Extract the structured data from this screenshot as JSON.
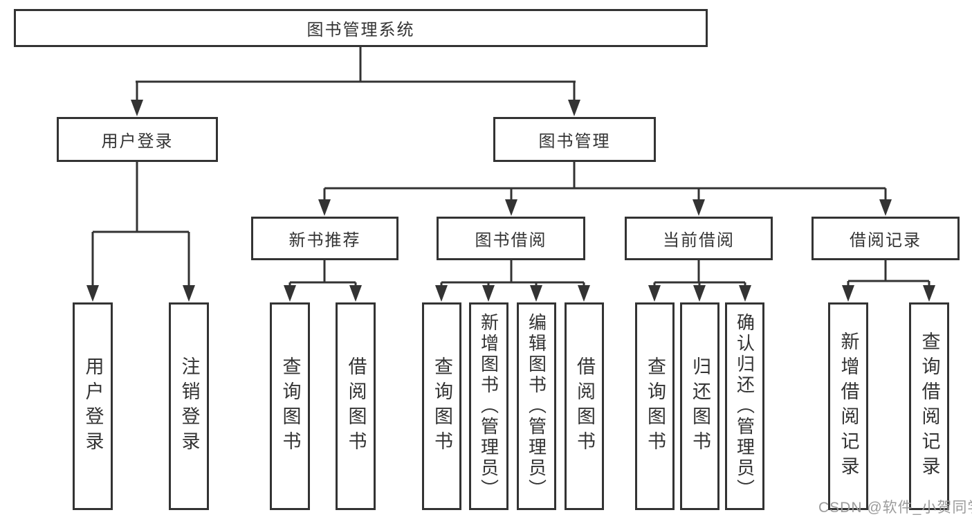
{
  "colors": {
    "line": "#333333",
    "text": "#333333",
    "background": "#ffffff",
    "watermark": "#9b9b9b"
  },
  "hierarchy": {
    "root": {
      "label": "图书管理系统",
      "children": [
        {
          "label": "用户登录",
          "children": [
            {
              "label": "用户登录"
            },
            {
              "label": "注销登录"
            }
          ]
        },
        {
          "label": "图书管理",
          "children": [
            {
              "label": "新书推荐",
              "children": [
                {
                  "label": "查询图书"
                },
                {
                  "label": "借阅图书"
                }
              ]
            },
            {
              "label": "图书借阅",
              "children": [
                {
                  "label": "查询图书"
                },
                {
                  "label": "新增图书（管理员）"
                },
                {
                  "label": "编辑图书（管理员）"
                },
                {
                  "label": "借阅图书"
                }
              ]
            },
            {
              "label": "当前借阅",
              "children": [
                {
                  "label": "查询图书"
                },
                {
                  "label": "归还图书"
                },
                {
                  "label": "确认归还（管理员）"
                }
              ]
            },
            {
              "label": "借阅记录",
              "children": [
                {
                  "label": "新增借阅记录"
                },
                {
                  "label": "查询借阅记录"
                }
              ]
            }
          ]
        }
      ]
    }
  },
  "watermark": {
    "text": "CSDN @软件_小贺同学"
  }
}
